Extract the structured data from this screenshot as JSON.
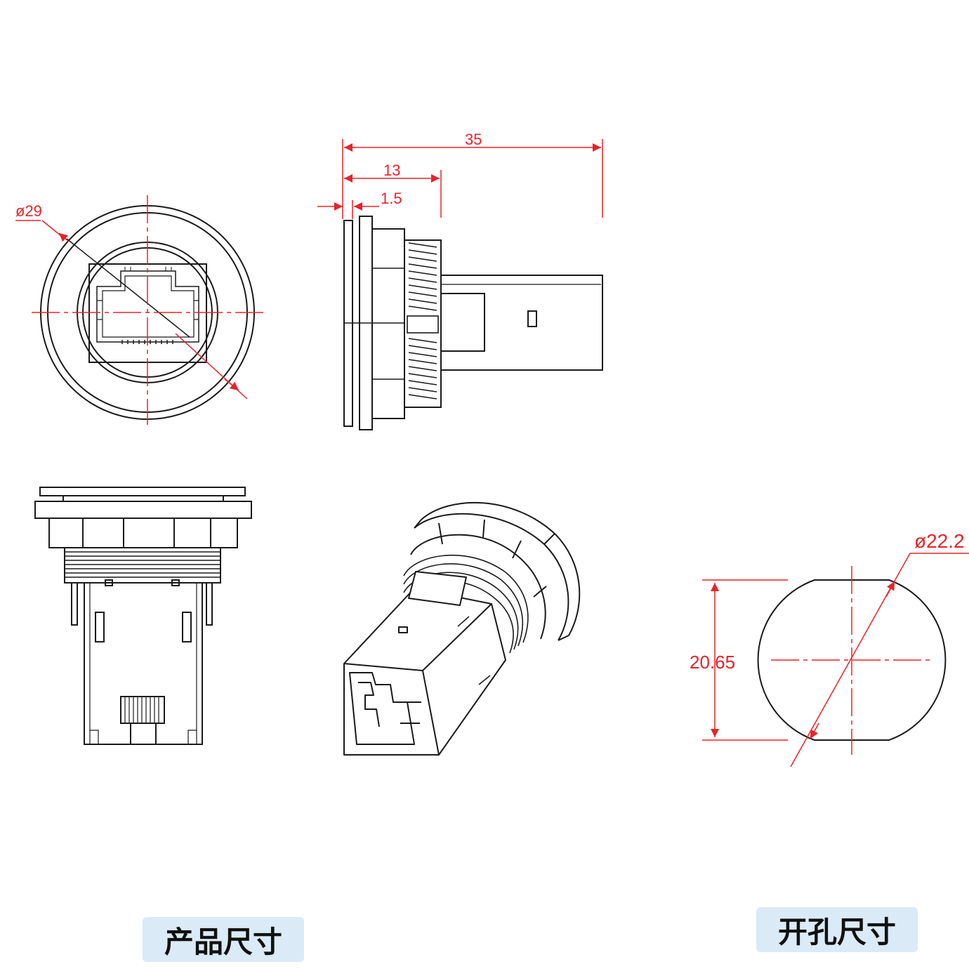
{
  "dimensions": {
    "outer_diameter": "ø29",
    "overall_length": "35",
    "body_length": "13",
    "panel_thickness": "1.5",
    "cutout_diameter": "ø22.2",
    "cutout_flat_width": "20.65"
  },
  "captions": {
    "product_size": "产品尺寸",
    "cutout_size": "开孔尺寸"
  },
  "colors": {
    "dimension": "#e8232a",
    "outline": "#1a1a1a",
    "caption_bg": "#dbeaf7"
  }
}
